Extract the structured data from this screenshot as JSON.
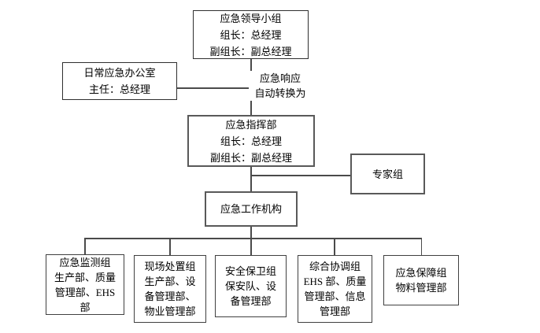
{
  "page": {
    "background_color": "#ffffff",
    "line_color": "#4a4a4a",
    "text_color": "#000000",
    "diagram_type": "org-chart"
  },
  "nodes": {
    "leader": {
      "lines": [
        "应急领导小组",
        "组长：总经理",
        "副组长：副总经理"
      ]
    },
    "daily_office": {
      "lines": [
        "日常应急办公室",
        "主任：总经理"
      ]
    },
    "transition_label": {
      "lines": [
        "应急响应",
        "自动转换为"
      ]
    },
    "command": {
      "lines": [
        "应急指挥部",
        "组长：总经理",
        "副组长：副总经理"
      ]
    },
    "experts": {
      "lines": [
        "专家组"
      ]
    },
    "work_body": {
      "lines": [
        "应急工作机构"
      ]
    },
    "monitoring": {
      "lines": [
        "应急监测组",
        "生产部、质量",
        "管理部、EHS",
        "部"
      ]
    },
    "field_disposal": {
      "lines": [
        "现场处置组",
        "生产部、设",
        "备管理部、",
        "物业管理部"
      ]
    },
    "security": {
      "lines": [
        "安全保卫组",
        "保安队、设",
        "备管理部"
      ]
    },
    "coordination": {
      "lines": [
        "综合协调组",
        "EHS 部、质量",
        "管理部、信息",
        "管理部"
      ]
    },
    "support": {
      "lines": [
        "应急保障组",
        "物料管理部"
      ]
    }
  }
}
